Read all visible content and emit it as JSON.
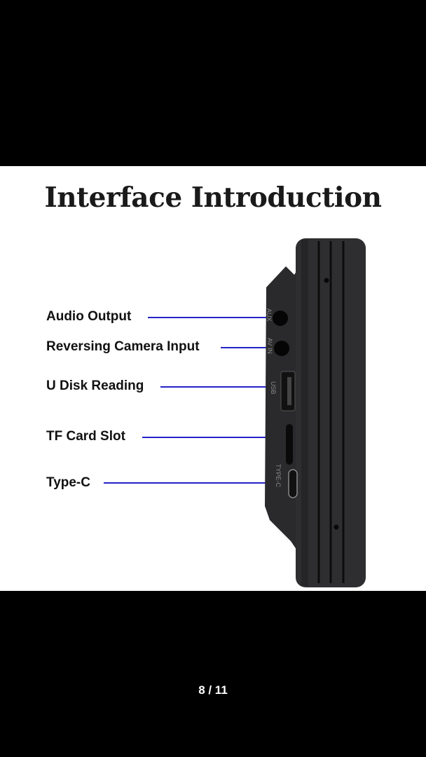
{
  "viewer": {
    "page_counter": "8 / 11"
  },
  "image": {
    "title": "Interface Introduction",
    "ports": [
      {
        "label": "Audio Output"
      },
      {
        "label": "Reversing Camera Input"
      },
      {
        "label": "U Disk Reading"
      },
      {
        "label": "TF Card Slot"
      },
      {
        "label": "Type-C"
      }
    ],
    "embossed_labels": [
      "AUX",
      "AV IN",
      "USB",
      "TYPE-C"
    ],
    "line_color": "#2323c8"
  }
}
